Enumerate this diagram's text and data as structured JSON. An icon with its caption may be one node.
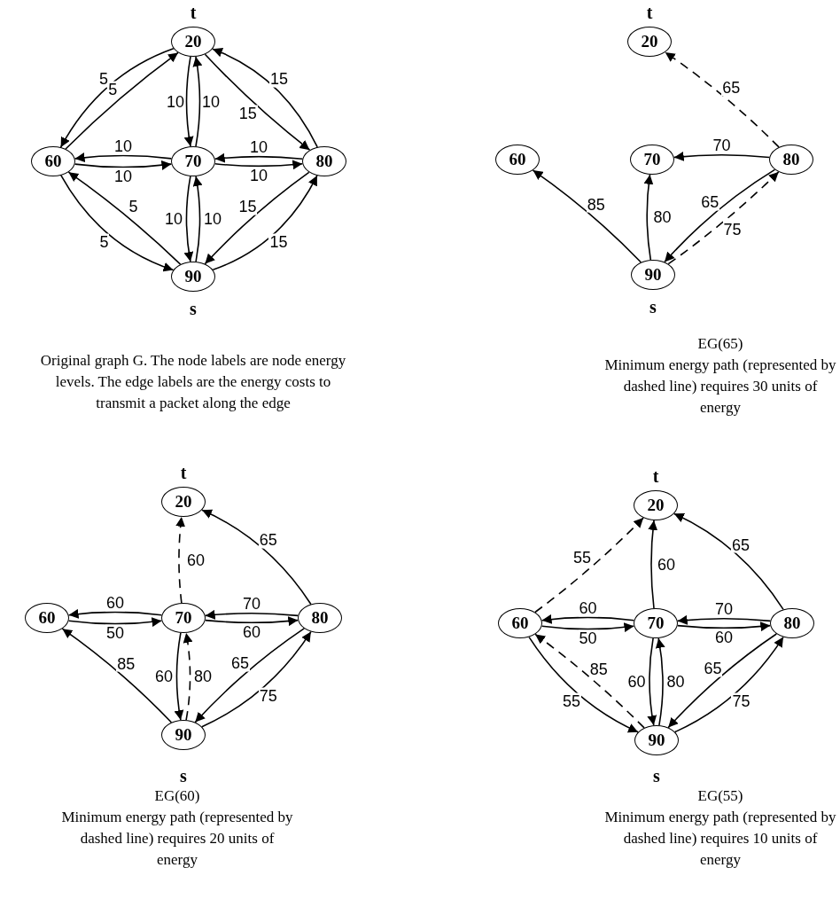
{
  "diagram": {
    "nodes": [
      {
        "text": [
          "20"
        ],
        "beside": [
          "t"
        ]
      },
      {
        "text": [
          "60"
        ]
      },
      {
        "text": [
          "70"
        ]
      },
      {
        "text": [
          "80"
        ]
      },
      {
        "text": [
          "90"
        ],
        "beside": [
          "s"
        ]
      },
      {
        "text": [
          "20"
        ],
        "beside": [
          "t"
        ]
      },
      {
        "text": [
          "60"
        ]
      },
      {
        "text": [
          "70"
        ]
      },
      {
        "text": [
          "80"
        ]
      },
      {
        "text": [
          "90"
        ],
        "beside": [
          "s"
        ]
      },
      {
        "text": [
          "20"
        ],
        "beside": [
          "t"
        ]
      },
      {
        "text": [
          "60"
        ]
      },
      {
        "text": [
          "70"
        ]
      },
      {
        "text": [
          "80"
        ]
      },
      {
        "text": [
          "90"
        ],
        "beside": [
          "s"
        ]
      },
      {
        "text": [
          "20"
        ],
        "beside": [
          "t"
        ]
      },
      {
        "text": [
          "60"
        ]
      },
      {
        "text": [
          "70"
        ]
      },
      {
        "text": [
          "80"
        ]
      },
      {
        "text": [
          "90"
        ],
        "beside": [
          "s"
        ]
      }
    ],
    "edges": [
      {
        "from": 0,
        "to": 1,
        "arrow": "to",
        "label": "5"
      },
      {
        "from": 1,
        "to": 0,
        "arrow": "to",
        "label": "5"
      },
      {
        "from": 0,
        "to": 2,
        "arrow": "to",
        "label": "10"
      },
      {
        "from": 2,
        "to": 0,
        "arrow": "to",
        "label": "10"
      },
      {
        "from": 0,
        "to": 3,
        "arrow": "to",
        "label": "15"
      },
      {
        "from": 3,
        "to": 0,
        "arrow": "to",
        "label": "15"
      },
      {
        "from": 2,
        "to": 1,
        "arrow": "to",
        "label": "10"
      },
      {
        "from": 1,
        "to": 2,
        "arrow": "to",
        "label": "10"
      },
      {
        "from": 3,
        "to": 2,
        "arrow": "to",
        "label": "10"
      },
      {
        "from": 2,
        "to": 3,
        "arrow": "to",
        "label": "10"
      },
      {
        "from": 2,
        "to": 4,
        "arrow": "to",
        "label": "10"
      },
      {
        "from": 4,
        "to": 2,
        "arrow": "to",
        "label": "10"
      },
      {
        "from": 3,
        "to": 4,
        "arrow": "to",
        "label": "15"
      },
      {
        "from": 4,
        "to": 3,
        "arrow": "to",
        "label": "15"
      },
      {
        "from": 4,
        "to": 1,
        "arrow": "to",
        "label": "5"
      },
      {
        "from": 1,
        "to": 4,
        "arrow": "to",
        "label": "5"
      },
      {
        "from": 8,
        "to": 5,
        "arrow": "to",
        "label": "65",
        "style": "dashed"
      },
      {
        "from": 8,
        "to": 7,
        "arrow": "to",
        "label": "70"
      },
      {
        "from": 9,
        "to": 6,
        "arrow": "to",
        "label": "85"
      },
      {
        "from": 9,
        "to": 7,
        "arrow": "to",
        "label": "80"
      },
      {
        "from": 8,
        "to": 9,
        "arrow": "to",
        "label": "65"
      },
      {
        "from": 9,
        "to": 8,
        "arrow": "to",
        "label": "75",
        "style": "dashed"
      },
      {
        "from": 12,
        "to": 10,
        "arrow": "to",
        "label": "60",
        "style": "dashed"
      },
      {
        "from": 13,
        "to": 10,
        "arrow": "to",
        "label": "65"
      },
      {
        "from": 12,
        "to": 11,
        "arrow": "to",
        "label": "60"
      },
      {
        "from": 11,
        "to": 12,
        "arrow": "to",
        "label": "50"
      },
      {
        "from": 13,
        "to": 12,
        "arrow": "to",
        "label": "70"
      },
      {
        "from": 12,
        "to": 13,
        "arrow": "to",
        "label": "60"
      },
      {
        "from": 14,
        "to": 11,
        "arrow": "to",
        "label": "85"
      },
      {
        "from": 12,
        "to": 14,
        "arrow": "to",
        "label": "60"
      },
      {
        "from": 14,
        "to": 12,
        "arrow": "to",
        "label": "80",
        "style": "dashed"
      },
      {
        "from": 13,
        "to": 14,
        "arrow": "to",
        "label": "65"
      },
      {
        "from": 14,
        "to": 13,
        "arrow": "to",
        "label": "75"
      },
      {
        "from": 16,
        "to": 15,
        "arrow": "to",
        "label": "55",
        "style": "dashed"
      },
      {
        "from": 17,
        "to": 15,
        "arrow": "to",
        "label": "60"
      },
      {
        "from": 18,
        "to": 15,
        "arrow": "to",
        "label": "65"
      },
      {
        "from": 17,
        "to": 16,
        "arrow": "to",
        "label": "60"
      },
      {
        "from": 16,
        "to": 17,
        "arrow": "to",
        "label": "50"
      },
      {
        "from": 18,
        "to": 17,
        "arrow": "to",
        "label": "70"
      },
      {
        "from": 17,
        "to": 18,
        "arrow": "to",
        "label": "60"
      },
      {
        "from": 16,
        "to": 19,
        "arrow": "to",
        "label": "55"
      },
      {
        "from": 19,
        "to": 16,
        "arrow": "to",
        "label": "85",
        "style": "dashed"
      },
      {
        "from": 17,
        "to": 19,
        "arrow": "to",
        "label": "60"
      },
      {
        "from": 19,
        "to": 17,
        "arrow": "to",
        "label": "80"
      },
      {
        "from": 18,
        "to": 19,
        "arrow": "to",
        "label": "65"
      },
      {
        "from": 19,
        "to": 18,
        "arrow": "to",
        "label": "75"
      }
    ],
    "labels": [
      "Original graph G. The node labels are node energy levels. The edge labels are the energy costs to transmit a packet along the edge",
      "EG(65)",
      "Minimum energy path (represented by dashed line) requires 30 units of energy",
      "EG(60)",
      "Minimum energy path (represented by dashed line) requires 20 units of energy",
      "EG(55)",
      "Minimum energy path (represented by dashed line) requires 10 units of energy"
    ]
  }
}
